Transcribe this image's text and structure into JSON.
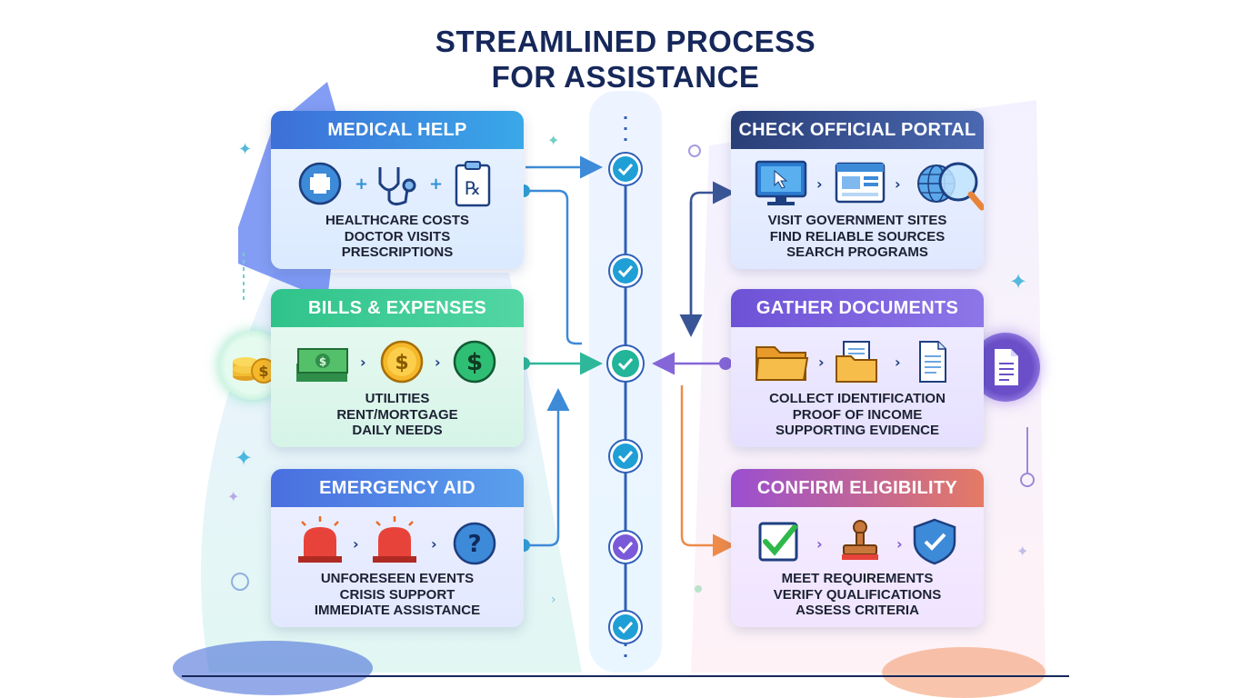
{
  "title": {
    "line1": "STREAMLINED PROCESS",
    "line2": "FOR ASSISTANCE"
  },
  "cards_left": [
    {
      "header": "MEDICAL HELP",
      "lines": [
        "HEALTHCARE COSTS",
        "DOCTOR VISITS",
        "PRESCRIPTIONS"
      ],
      "icons": [
        "medical-cross-icon",
        "stethoscope-icon",
        "prescription-icon"
      ]
    },
    {
      "header": "BILLS & EXPENSES",
      "lines": [
        "UTILITIES",
        "RENT/MORTGAGE",
        "DAILY NEEDS"
      ],
      "icons": [
        "cash-bill-icon",
        "dollar-coin-icon",
        "dollar-circle-icon"
      ]
    },
    {
      "header": "EMERGENCY AID",
      "lines": [
        "UNFORESEEN EVENTS",
        "CRISIS SUPPORT",
        "IMMEDIATE ASSISTANCE"
      ],
      "icons": [
        "alarm-siren-icon",
        "alarm-siren-icon",
        "question-icon"
      ]
    }
  ],
  "cards_right": [
    {
      "header": "CHECK OFFICIAL PORTAL",
      "lines": [
        "VISIT GOVERNMENT SITES",
        "FIND RELIABLE SOURCES",
        "SEARCH PROGRAMS"
      ],
      "icons": [
        "computer-monitor-icon",
        "browser-window-icon",
        "globe-icon",
        "magnifier-icon"
      ]
    },
    {
      "header": "GATHER DOCUMENTS",
      "lines": [
        "COLLECT IDENTIFICATION",
        "PROOF OF INCOME",
        "SUPPORTING EVIDENCE"
      ],
      "icons": [
        "folder-icon",
        "folder-documents-icon",
        "document-icon"
      ]
    },
    {
      "header": "CONFIRM ELIGIBILITY",
      "lines": [
        "MEET REQUIREMENTS",
        "VERIFY QUALIFICATIONS",
        "ASSESS CRITERIA"
      ],
      "icons": [
        "checkbox-icon",
        "stamp-icon",
        "shield-check-icon"
      ]
    }
  ],
  "colors": {
    "title": "#16275a",
    "medical_header": "#3c8fe0",
    "bills_header": "#3cc98a",
    "emergency_header": "#4b7fe0",
    "portal_header": "#2f4a86",
    "documents_header": "#7a5ad8",
    "eligibility_header": "#b255c8",
    "timeline_check": "#1f9fd6"
  }
}
